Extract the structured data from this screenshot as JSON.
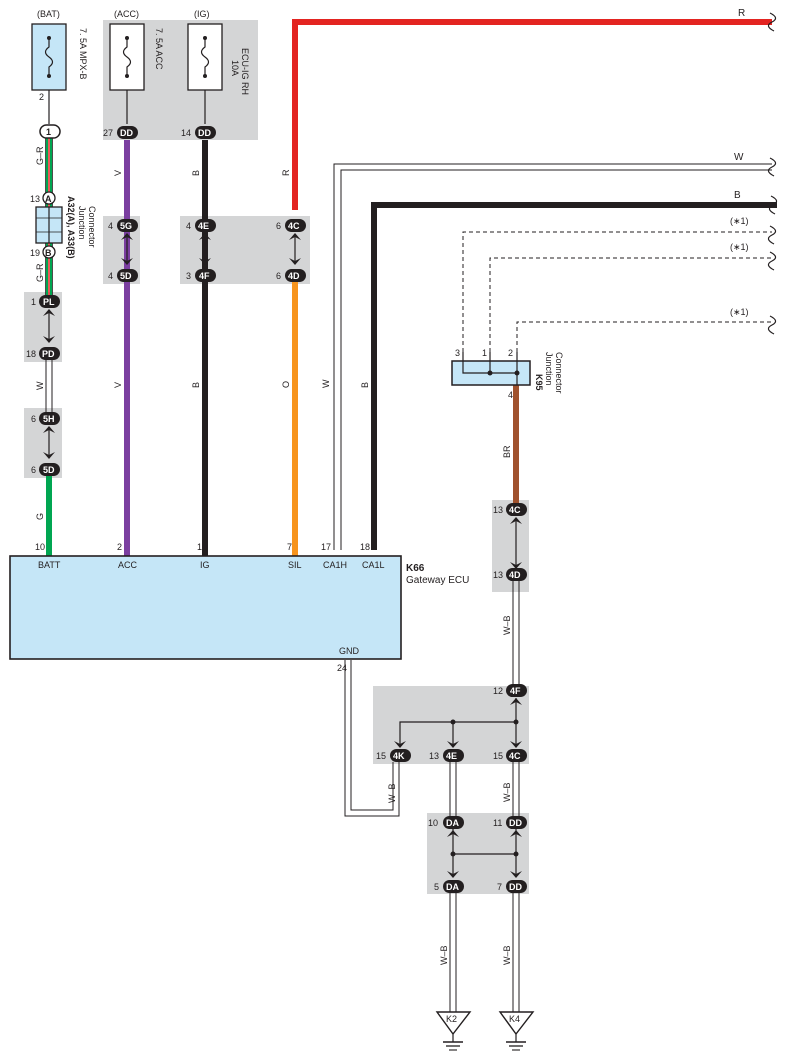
{
  "fuses": {
    "bat": {
      "source": "(BAT)",
      "name": "7. 5A MPX-B",
      "pin": "2"
    },
    "acc": {
      "source": "(ACC)",
      "name": "7. 5A ACC"
    },
    "ig": {
      "source": "(IG)",
      "name_line1": "10A",
      "name_line2": "ECU-IG RH"
    }
  },
  "connectors": {
    "c1": "1",
    "c_acc": "DD",
    "c_acc_pin": "27",
    "c_ig": "DD",
    "c_ig_pin": "14",
    "jA": "A",
    "jA_pin": "13",
    "jB": "B",
    "jB_pin": "19",
    "pl": "PL",
    "pl_pin": "1",
    "pd": "PD",
    "pd_pin": "18",
    "h5": "5H",
    "h5_pin": "6",
    "d5a": "5D",
    "d5a_pin": "6",
    "g5": "5G",
    "g5_pin": "4",
    "d5b": "5D",
    "d5b_pin": "4",
    "e4a": "4E",
    "e4a_pin": "4",
    "f4a": "4F",
    "f4a_pin": "3",
    "c4a": "4C",
    "c4a_pin": "6",
    "d4a": "4D",
    "d4a_pin": "6",
    "c4b": "4C",
    "c4b_pin": "13",
    "d4b": "4D",
    "d4b_pin": "13",
    "f4b": "4F",
    "f4b_pin": "12",
    "k4": "4K",
    "k4_pin": "15",
    "e4b": "4E",
    "e4b_pin": "13",
    "c4c": "4C",
    "c4c_pin": "15",
    "da1": "DA",
    "da1_pin": "10",
    "dd1": "DD",
    "dd1_pin": "11",
    "da2": "DA",
    "da2_pin": "5",
    "dd2": "DD",
    "dd2_pin": "7"
  },
  "junction_a": {
    "line1": "A32(A), A33(B)",
    "line2": "Junction",
    "line3": "Connector"
  },
  "k95": {
    "id": "K95",
    "line1": "Junction",
    "line2": "Connector",
    "pin3": "3",
    "pin1": "1",
    "pin2": "2",
    "pin4": "4"
  },
  "wire_colors": {
    "gr1": "G–R",
    "gr2": "G–R",
    "w_left": "W",
    "g": "G",
    "v1": "V",
    "v2": "V",
    "b1": "B",
    "b2": "B",
    "r": "R",
    "o": "O",
    "w_mid": "W",
    "b_mid": "B",
    "br": "BR",
    "wb1": "W–B",
    "wb2": "W–B",
    "wb3": "W–B",
    "wb4": "W–B",
    "wb5": "W–B",
    "top_r": "R",
    "top_w": "W",
    "top_b": "B",
    "star1": "(∗1)",
    "star2": "(∗1)",
    "star3": "(∗1)"
  },
  "ecu": {
    "id": "K66",
    "name": "Gateway ECU",
    "pins": [
      {
        "num": "10",
        "label": "BATT"
      },
      {
        "num": "2",
        "label": "ACC"
      },
      {
        "num": "1",
        "label": "IG"
      },
      {
        "num": "7",
        "label": "SIL"
      },
      {
        "num": "17",
        "label": "CA1H"
      },
      {
        "num": "18",
        "label": "CA1L"
      }
    ],
    "gnd_label": "GND",
    "gnd_pin": "24"
  },
  "grounds": {
    "left": "K2",
    "right": "K4"
  },
  "colors": {
    "red": "#e32421",
    "black": "#231f20",
    "purple": "#7b3fa0",
    "orange": "#f7941d",
    "green": "#00a651",
    "brown": "#a0522d",
    "ecu_fill": "#c5e6f7",
    "gray_box": "#d4d5d6"
  }
}
